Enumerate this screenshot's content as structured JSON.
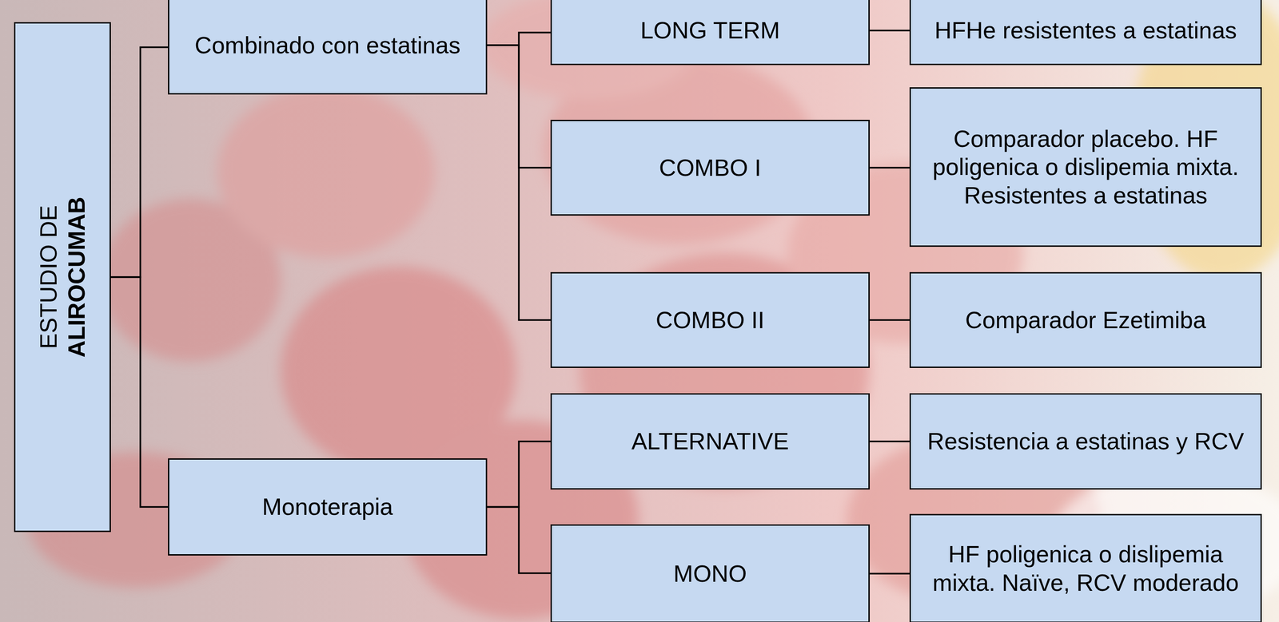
{
  "diagram": {
    "nodes": [
      {
        "text": [
          "ESTUDIO DE",
          "ALIROCUMAB"
        ]
      },
      {
        "text": [
          "Combinado con estatinas"
        ]
      },
      {
        "text": [
          "LONG TERM"
        ]
      },
      {
        "text": [
          "HFHe resistentes a estatinas"
        ]
      },
      {
        "text": [
          "COMBO I"
        ]
      },
      {
        "text": [
          "Comparador placebo. HF poligenica o dislipemia mixta. Resistentes a estatinas"
        ]
      },
      {
        "text": [
          "COMBO II"
        ]
      },
      {
        "text": [
          "Comparador Ezetimiba"
        ]
      },
      {
        "text": [
          "Monoterapia"
        ]
      },
      {
        "text": [
          "ALTERNATIVE"
        ]
      },
      {
        "text": [
          "Resistencia a estatinas y RCV"
        ]
      },
      {
        "text": [
          "MONO"
        ]
      },
      {
        "text": [
          "HF poligenica o dislipemia mixta. Naïve, RCV moderado"
        ]
      }
    ],
    "edges": [
      {
        "from": 0,
        "to": 1,
        "arrow": "none"
      },
      {
        "from": 0,
        "to": 8,
        "arrow": "none"
      },
      {
        "from": 1,
        "to": 2,
        "arrow": "none"
      },
      {
        "from": 1,
        "to": 4,
        "arrow": "none"
      },
      {
        "from": 1,
        "to": 6,
        "arrow": "none"
      },
      {
        "from": 2,
        "to": 3,
        "arrow": "none"
      },
      {
        "from": 4,
        "to": 5,
        "arrow": "none"
      },
      {
        "from": 6,
        "to": 7,
        "arrow": "none"
      },
      {
        "from": 8,
        "to": 9,
        "arrow": "none"
      },
      {
        "from": 8,
        "to": 11,
        "arrow": "none"
      },
      {
        "from": 9,
        "to": 10,
        "arrow": "none"
      },
      {
        "from": 11,
        "to": 12,
        "arrow": "none"
      }
    ]
  }
}
